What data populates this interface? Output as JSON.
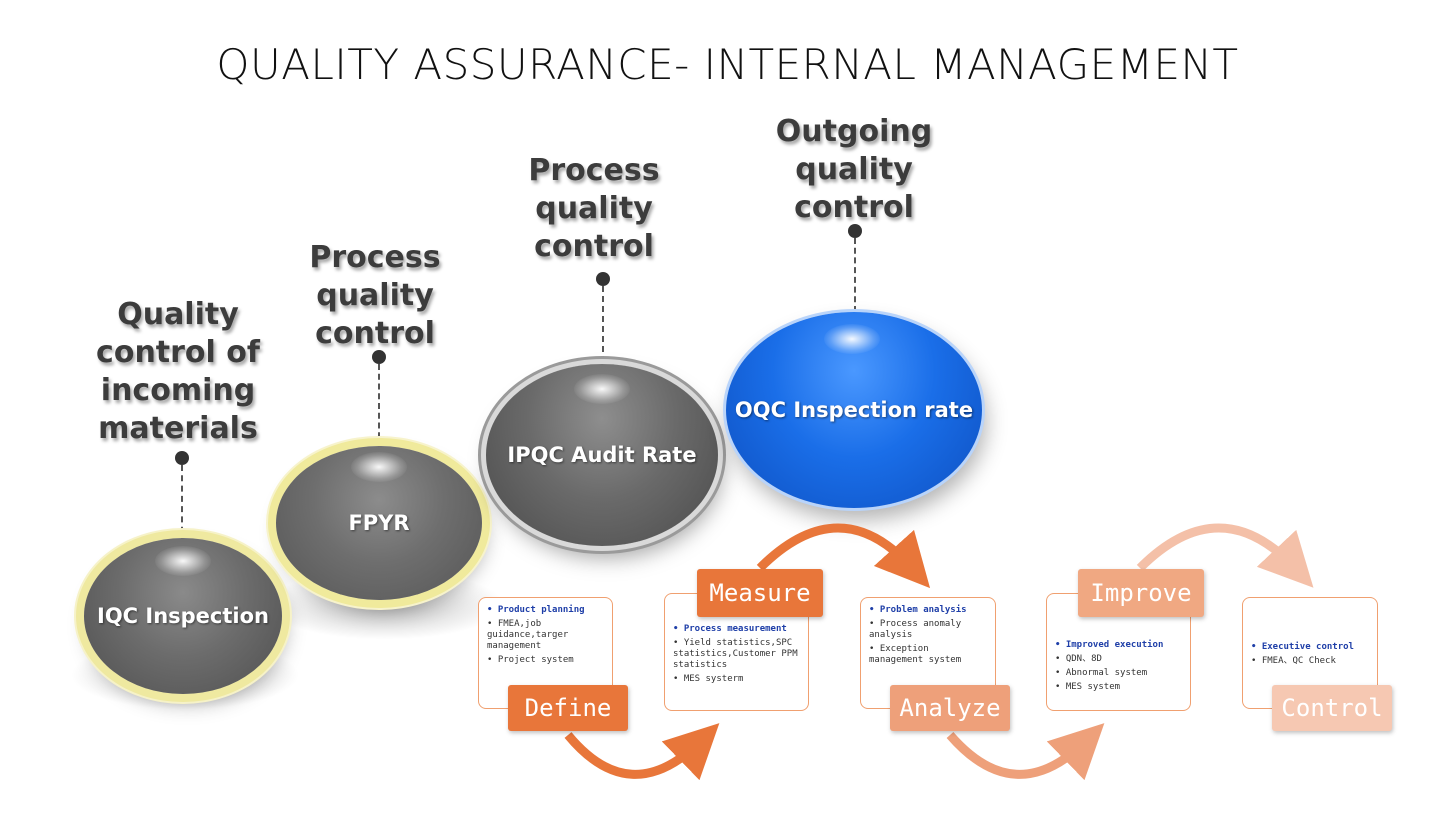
{
  "title": "QUALITY ASSURANCE- INTERNAL MANAGEMENT",
  "stages": [
    {
      "label": "Quality control of incoming materials",
      "disc": "IQC Inspection"
    },
    {
      "label": "Process quality control",
      "disc": "FPYR"
    },
    {
      "label": "Process quality control",
      "disc": "IPQC Audit  Rate"
    },
    {
      "label": "Outgoing quality control",
      "disc": "OQC Inspection rate"
    }
  ],
  "dmaic": [
    {
      "tag": "Define",
      "heading": "Product planning",
      "items": [
        "FMEA,job guidance,targer management",
        "Project system"
      ]
    },
    {
      "tag": "Measure",
      "heading": "Process measurement",
      "items": [
        "Yield statistics,SPC statistics,Customer PPM statistics",
        "MES systerm"
      ]
    },
    {
      "tag": "Analyze",
      "heading": "Problem analysis",
      "items": [
        "Process anomaly analysis",
        "Exception management system"
      ]
    },
    {
      "tag": "Improve",
      "heading": "Improved execution",
      "items": [
        "QDN、8D",
        "Abnormal system",
        "MES system"
      ]
    },
    {
      "tag": "Control",
      "heading": "Executive control",
      "items": [
        "FMEA、QC Check"
      ]
    }
  ],
  "colors": {
    "tag_define": "#e8763a",
    "tag_measure": "#e8763a",
    "tag_analyze": "#eea07a",
    "tag_improve": "#f0a882",
    "tag_control": "#f6c8b2",
    "disc_blue": "#1a6ee8",
    "disc_gray": "#6e6e6e",
    "ring_yellow": "#f2ec9a"
  }
}
